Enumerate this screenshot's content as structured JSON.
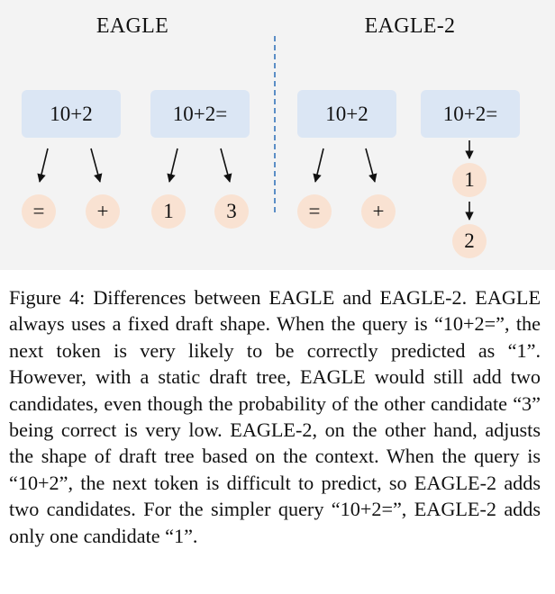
{
  "figure": {
    "left_title": "EAGLE",
    "right_title": "EAGLE-2",
    "eagle": {
      "query_a": "10+2",
      "query_b": "10+2=",
      "tokens_a": [
        "=",
        "+"
      ],
      "tokens_b": [
        "1",
        "3"
      ]
    },
    "eagle2": {
      "query_a": "10+2",
      "query_b": "10+2=",
      "tokens_a": [
        "=",
        "+"
      ],
      "chain_b": [
        "1",
        "2"
      ]
    },
    "colors": {
      "panel": "#f3f3f3",
      "query_box": "#dbe6f4",
      "token_circle": "#f9e2d2",
      "divider": "#5b8ec6"
    }
  },
  "caption": "Figure 4: Differences between EAGLE and EAGLE-2. EA­GLE always uses a fixed draft shape. When the query is “10+2=”, the next token is very likely to be correctly pre­dicted as “1”. However, with a static draft tree, EAGLE would still add two candidates, even though the probability of the other candidate “3” being correct is very low. EAGLE-2, on the other hand, adjusts the shape of draft tree based on the context. When the query is “10+2”, the next token is difficult to predict, so EAGLE-2 adds two candidates. For the simpler query “10+2=”, EAGLE-2 adds only one candidate “1”."
}
